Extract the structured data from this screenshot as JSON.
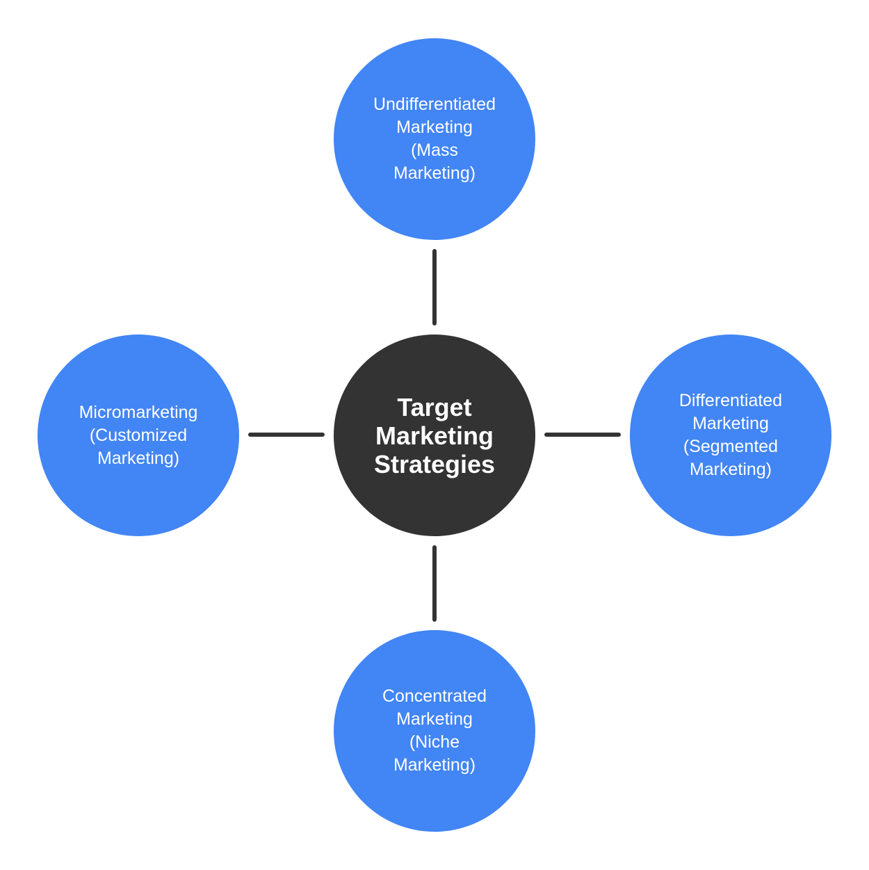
{
  "colors": {
    "node_fill": "#4285f4",
    "center_fill": "#333333",
    "connector": "#333333",
    "text": "#ffffff",
    "background": "#ffffff"
  },
  "center": {
    "label": "Target\nMarketing\nStrategies"
  },
  "nodes": {
    "top": {
      "label": "Undifferentiated\nMarketing\n(Mass\nMarketing)"
    },
    "right": {
      "label": "Differentiated\nMarketing\n(Segmented\nMarketing)"
    },
    "bottom": {
      "label": "Concentrated\nMarketing\n(Niche\nMarketing)"
    },
    "left": {
      "label": "Micromarketing\n(Customized\nMarketing)"
    }
  }
}
